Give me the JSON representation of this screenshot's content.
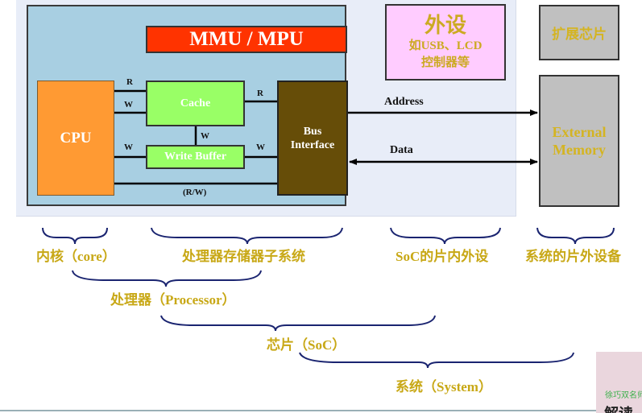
{
  "diagram": {
    "soc_blocks": {
      "mmu": "MMU / MPU",
      "cpu": "CPU",
      "cache": "Cache",
      "write_buffer": "Write Buffer",
      "bus_interface_line1": "Bus",
      "bus_interface_line2": "Interface"
    },
    "signals": {
      "cpu_cache_r": "R",
      "cpu_cache_w": "W",
      "cache_bus_r": "R",
      "cache_wbuf_w": "W",
      "cpu_wbuf_w": "W",
      "wbuf_bus_w": "W",
      "cpu_bus_rw": "(R/W)"
    },
    "external_bus": {
      "address": "Address",
      "data": "Data"
    },
    "peripheral": {
      "title": "外设",
      "line1": "如USB、LCD",
      "line2": "控制器等"
    },
    "expansion_chip": "扩展芯片",
    "external_memory_line1": "External",
    "external_memory_line2": "Memory"
  },
  "brackets": {
    "core": "内核（core）",
    "mem_subsystem": "处理器存储器子系统",
    "soc_peripherals": "SoC的片内外设",
    "offchip_devices": "系统的片外设备",
    "processor": "处理器（Processor）",
    "chip": "芯片（SoC）",
    "system": "系统（System）"
  },
  "thumbnail": {
    "caption": "徐巧双名师",
    "title": "解读"
  },
  "colors": {
    "label_gold": "#c8a816",
    "bracket_navy": "#1a2470",
    "mmu_red": "#ff3300",
    "cpu_orange": "#ff9a33",
    "cache_green": "#99ff66",
    "bus_brown": "#664d08",
    "peripheral_pink": "#ffccff",
    "external_gray": "#c0c0c0",
    "processor_blue": "#a8cfe2"
  }
}
